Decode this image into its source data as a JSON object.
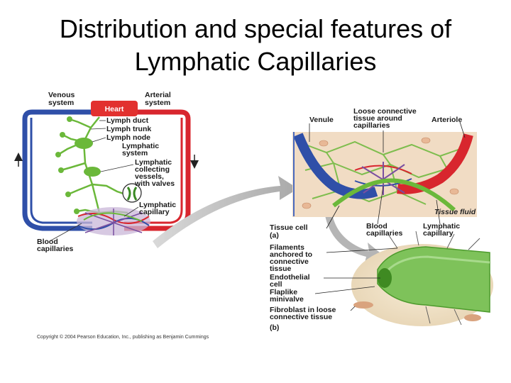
{
  "slide": {
    "title_line1": "Distribution and special features of",
    "title_line2": "Lymphatic Capillaries"
  },
  "figure_a": {
    "venous_system": [
      "Venous",
      "system"
    ],
    "arterial_system": [
      "Arterial",
      "system"
    ],
    "heart": "Heart",
    "lymph_duct": "Lymph duct",
    "lymph_trunk": "Lymph trunk",
    "lymph_node": "Lymph node",
    "lymphatic_system": [
      "Lymphatic",
      "system"
    ],
    "collecting_vessels": [
      "Lymphatic",
      "collecting",
      "vessels,",
      "with valves"
    ],
    "lymphatic_capillary": [
      "Lymphatic",
      "capillary"
    ],
    "blood_capillaries": [
      "Blood",
      "capillaries"
    ],
    "copyright": "Copyright © 2004 Pearson Education, Inc., publishing as Benjamin Cummings"
  },
  "figure_detail": {
    "venule": "Venule",
    "loose_connective": [
      "Loose connective",
      "tissue around",
      "capillaries"
    ],
    "arteriole": "Arteriole",
    "tissue_fluid": "Tissue fluid",
    "tissue_cell": "Tissue cell",
    "panel_a": "(a)",
    "blood_capillaries": [
      "Blood",
      "capillaries"
    ],
    "lymphatic_capillary": [
      "Lymphatic",
      "capillary"
    ],
    "filaments": [
      "Filaments",
      "anchored to",
      "connective",
      "tissue"
    ],
    "endothelial": [
      "Endothelial",
      "cell"
    ],
    "flaplike": [
      "Flaplike",
      "minivalve"
    ],
    "fibroblast": [
      "Fibroblast in loose",
      "connective tissue"
    ],
    "panel_b": "(b)"
  },
  "colors": {
    "vein": "#2f4fa8",
    "artery": "#d8262e",
    "lymph": "#6bb83a",
    "heart": "#e2312f",
    "tissue": "#f1dcc4"
  }
}
